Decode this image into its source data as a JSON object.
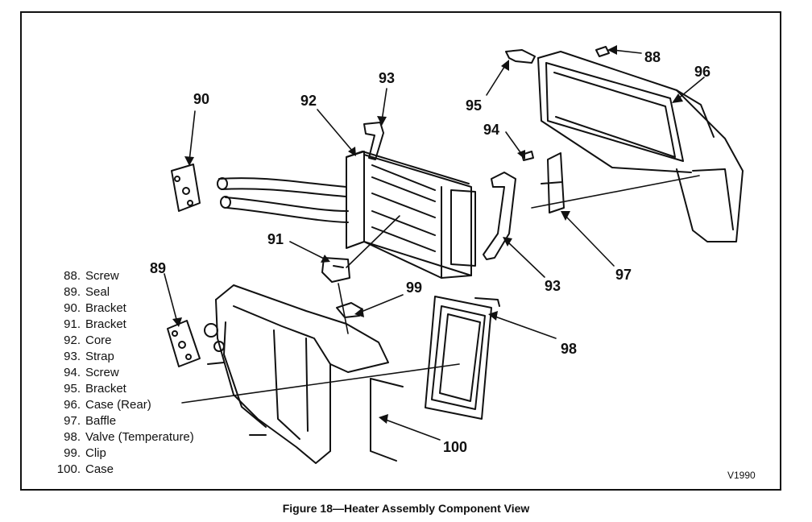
{
  "figure": {
    "caption": "Figure 18—Heater Assembly Component View",
    "code": "V1990"
  },
  "callouts": [
    "90",
    "92",
    "93",
    "88",
    "96",
    "95",
    "94",
    "91",
    "99",
    "93",
    "97",
    "89",
    "98",
    "100"
  ],
  "legend": [
    {
      "num": "88.",
      "name": "Screw"
    },
    {
      "num": "89.",
      "name": "Seal"
    },
    {
      "num": "90.",
      "name": "Bracket"
    },
    {
      "num": "91.",
      "name": "Bracket"
    },
    {
      "num": "92.",
      "name": "Core"
    },
    {
      "num": "93.",
      "name": "Strap"
    },
    {
      "num": "94.",
      "name": "Screw"
    },
    {
      "num": "95.",
      "name": "Bracket"
    },
    {
      "num": "96.",
      "name": "Case (Rear)"
    },
    {
      "num": "97.",
      "name": "Baffle"
    },
    {
      "num": "98.",
      "name": "Valve (Temperature)"
    },
    {
      "num": "99.",
      "name": "Clip"
    },
    {
      "num": "100.",
      "name": "Case"
    }
  ]
}
